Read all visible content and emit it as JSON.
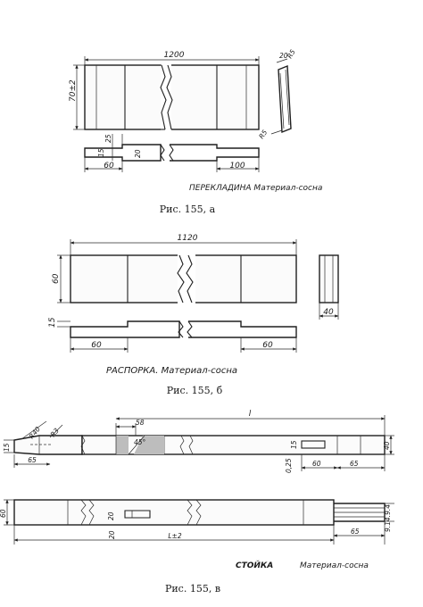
{
  "fig_a": {
    "dim_length": "1200",
    "dim_height": "70±2",
    "dim_20": "20",
    "dim_r5": "R5",
    "dim_r5b": "R5",
    "dim_25": "25",
    "dim_15": "15",
    "dim_20b": "20",
    "dim_60": "60",
    "dim_100": "100",
    "label": "ПЕРЕКЛАДИНА  Материал-сосна",
    "caption": "Рис. 155, а"
  },
  "fig_b": {
    "dim_length": "1120",
    "dim_height": "60",
    "dim_40": "40",
    "dim_15": "15",
    "dim_60a": "60",
    "dim_60b": "60",
    "label": "РАСПОРКА. Материал-сосна",
    "caption": "Рис. 155, б"
  },
  "fig_c": {
    "dim_l": "l",
    "dim_r40": "R40",
    "dim_r3": "R3",
    "dim_58": "58",
    "dim_45": "45°",
    "dim_15": "15",
    "dim_65a": "65",
    "dim_15b": "15",
    "dim_40": "40",
    "dim_025": "0,25",
    "dim_60": "60",
    "dim_65b": "65",
    "dim_60side": "60",
    "dim_20a": "20",
    "dim_20b": "20",
    "dim_l2": "L±2",
    "dim_65c": "65",
    "dim_stack": "9.14.9.4",
    "label_title": "СТОЙКА",
    "label_mat": "Материал-сосна",
    "caption": "Рис. 155, в"
  }
}
